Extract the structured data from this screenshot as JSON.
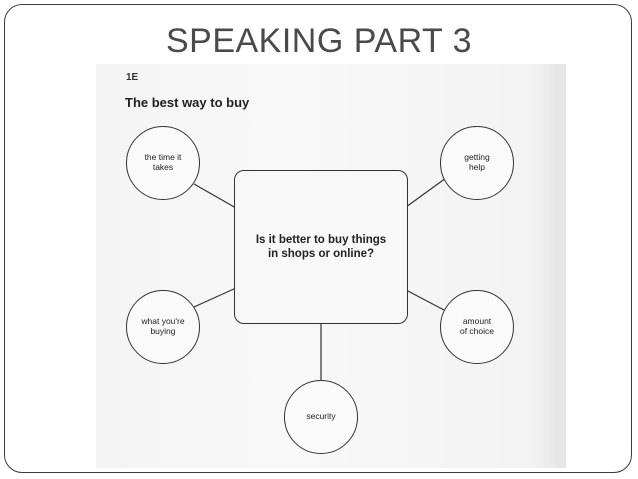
{
  "slide": {
    "title": "SPEAKING PART 3"
  },
  "worksheet": {
    "section_code": "1E",
    "heading": "The best way to buy",
    "question": "Is it better to buy things\nin shops or online?",
    "prompts": {
      "time": "the time it\ntakes",
      "help": "getting\nhelp",
      "buying": "what you're\nbuying",
      "choice": "amount\nof choice",
      "security": "security"
    }
  }
}
